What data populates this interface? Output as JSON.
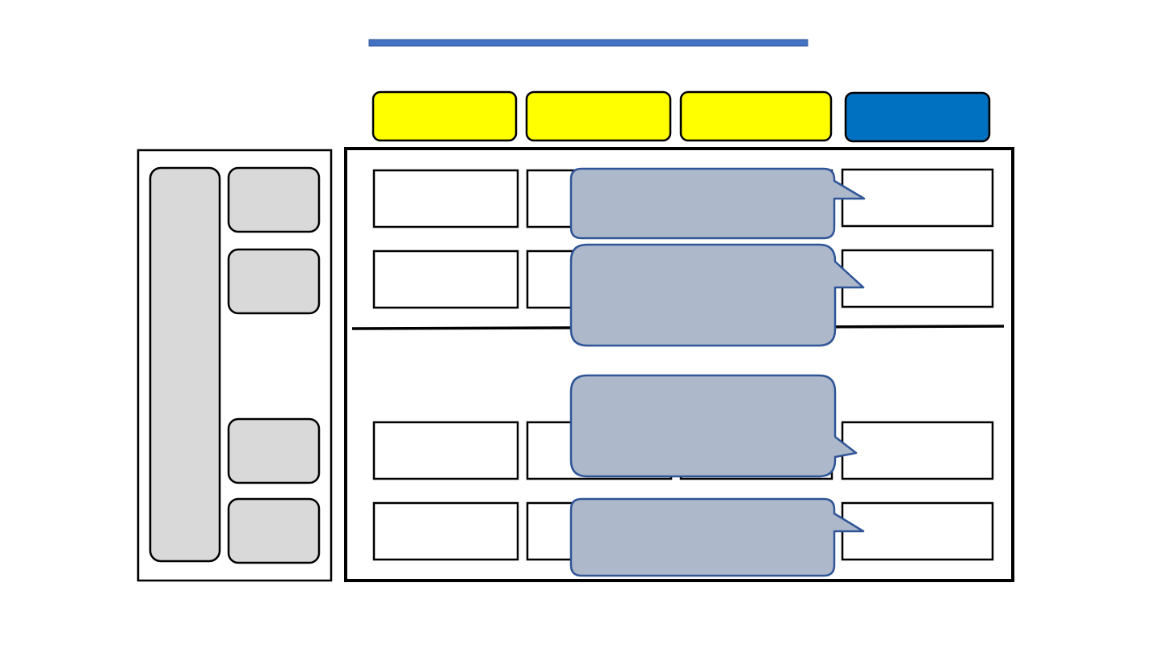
{
  "colors": {
    "title_bar": "#4472C4",
    "header_yellow": "#FFFF00",
    "header_blue": "#0070C0",
    "side_gray": "#D9D9D9",
    "callout_fill": "#ADB9CA",
    "callout_stroke": "#2F5597",
    "outline": "#000000"
  },
  "header_tabs": [
    {
      "color": "header_yellow"
    },
    {
      "color": "header_yellow"
    },
    {
      "color": "header_yellow"
    },
    {
      "color": "header_blue"
    }
  ],
  "grid": {
    "rows": 4,
    "columns": 4
  },
  "side_panel": {
    "tall_bar_count": 1,
    "small_box_count": 4
  },
  "callouts": [
    {
      "pointer": "right"
    },
    {
      "pointer": "right"
    },
    {
      "pointer": "right"
    },
    {
      "pointer": "right"
    }
  ]
}
